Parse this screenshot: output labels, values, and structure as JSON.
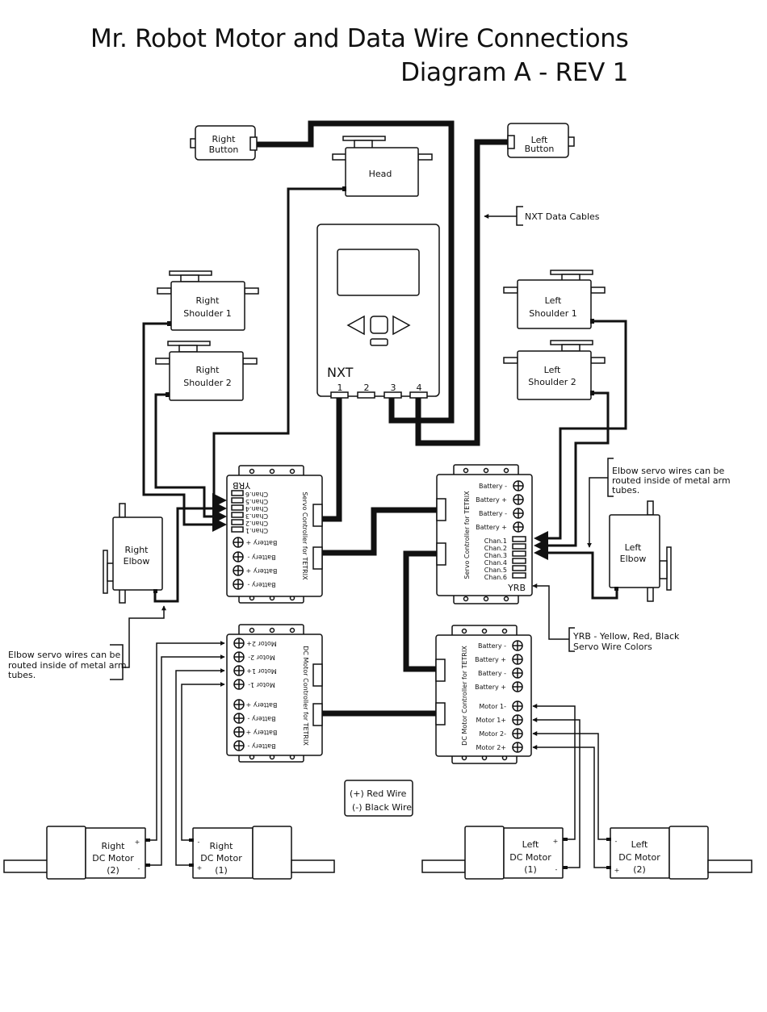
{
  "title": {
    "line1": "Mr. Robot Motor and Data Wire Connections",
    "line2": "Diagram A - REV 1"
  },
  "components": {
    "right_button": [
      "Right",
      "Button"
    ],
    "left_button": [
      "Left",
      "Button"
    ],
    "head": "Head",
    "nxt": {
      "label": "NXT",
      "ports": [
        "1",
        "2",
        "3",
        "4"
      ]
    },
    "right_shoulder_1": [
      "Right",
      "Shoulder 1"
    ],
    "right_shoulder_2": [
      "Right",
      "Shoulder 2"
    ],
    "left_shoulder_1": [
      "Left",
      "Shoulder 1"
    ],
    "left_shoulder_2": [
      "Left",
      "Shoulder 2"
    ],
    "right_elbow": [
      "Right",
      "Elbow"
    ],
    "left_elbow": [
      "Left",
      "Elbow"
    ],
    "servo_controller": {
      "title": "Servo Controller for TETRIX",
      "yrb": "YRB",
      "battery_terminals": [
        "Battery -",
        "Battery +",
        "Battery -",
        "Battery +"
      ],
      "channels": [
        "Chan.1",
        "Chan.2",
        "Chan.3",
        "Chan.4",
        "Chan.5",
        "Chan.6"
      ]
    },
    "dc_motor_controller": {
      "title": "DC Motor Controller for TETRIX",
      "battery_terminals": [
        "Battery -",
        "Battery +",
        "Battery -",
        "Battery +"
      ],
      "motor_terminals": [
        "Motor 1-",
        "Motor 1+",
        "Motor 2-",
        "Motor 2+"
      ]
    },
    "right_dc_motor_2": [
      "Right",
      "DC Motor",
      "(2)"
    ],
    "right_dc_motor_1": [
      "Right",
      "DC Motor",
      "(1)"
    ],
    "left_dc_motor_1": [
      "Left",
      "DC Motor",
      "(1)"
    ],
    "left_dc_motor_2": [
      "Left",
      "DC Motor",
      "(2)"
    ],
    "polarity": {
      "plus": "+",
      "minus": "-"
    }
  },
  "annotations": {
    "nxt_data_cables": "NXT Data Cables",
    "elbow_note_right": [
      "Elbow servo wires can be",
      "routed inside of metal arm",
      "tubes."
    ],
    "elbow_note_left": [
      "Elbow servo wires can be",
      "routed inside of metal arm",
      "tubes."
    ],
    "yrb_note": [
      "YRB - Yellow, Red, Black",
      "Servo Wire Colors"
    ],
    "legend": [
      "(+) Red Wire",
      "(-) Black Wire"
    ]
  }
}
